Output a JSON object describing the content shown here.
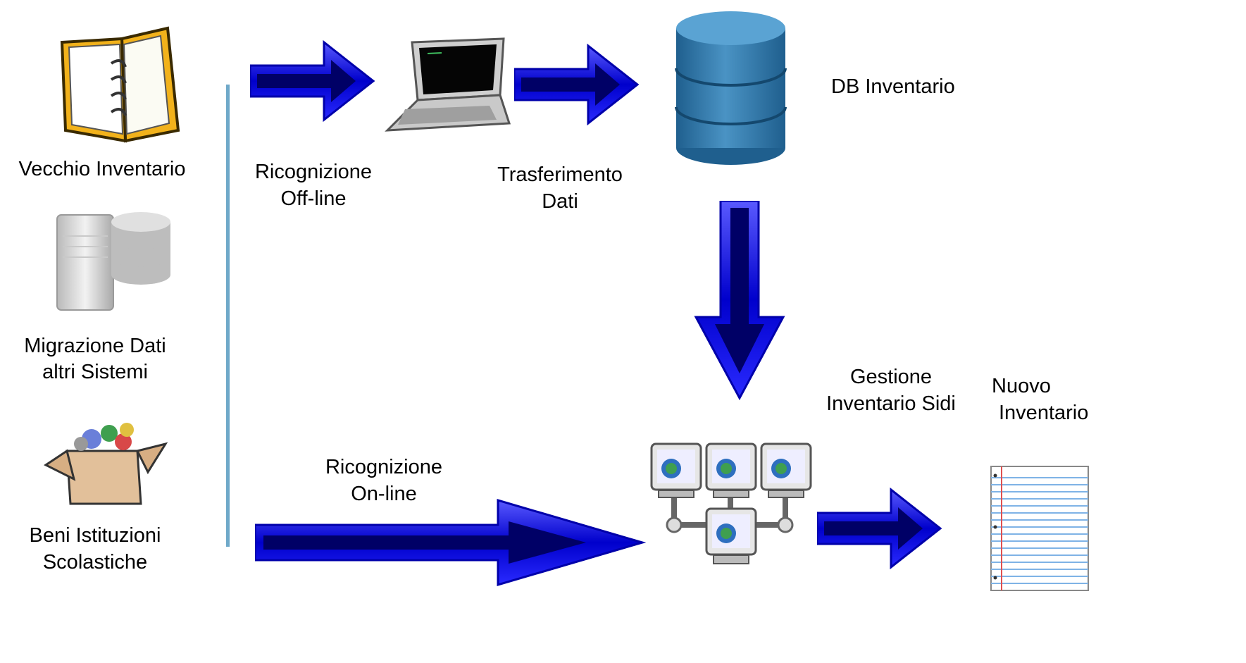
{
  "labels": {
    "vecchio_inventario": "Vecchio Inventario",
    "migrazione_line1": "Migrazione Dati",
    "migrazione_line2": "altri Sistemi",
    "beni_line1": "Beni Istituzioni",
    "beni_line2": "Scolastiche",
    "ricognizione_offline_line1": "Ricognizione",
    "ricognizione_offline_line2": "Off-line",
    "trasferimento_line1": "Trasferimento",
    "trasferimento_line2": "Dati",
    "db_inventario": "DB Inventario",
    "ricognizione_online_line1": "Ricognizione",
    "ricognizione_online_line2": "On-line",
    "gestione_line1": "Gestione",
    "gestione_line2": "Inventario Sidi",
    "nuovo_line1": "Nuovo",
    "nuovo_line2": "Inventario"
  },
  "icons": {
    "binder": "binder-icon",
    "server": "server-database-icon",
    "box": "box-icon",
    "laptop": "laptop-icon",
    "database": "database-icon",
    "network": "network-computers-icon",
    "notebook": "notebook-paper-icon",
    "arrow": "arrow-icon"
  },
  "colors": {
    "arrow_blue": "#1a1aff",
    "separator": "#6fa9c9",
    "database_blue": "#2e6f9e"
  }
}
